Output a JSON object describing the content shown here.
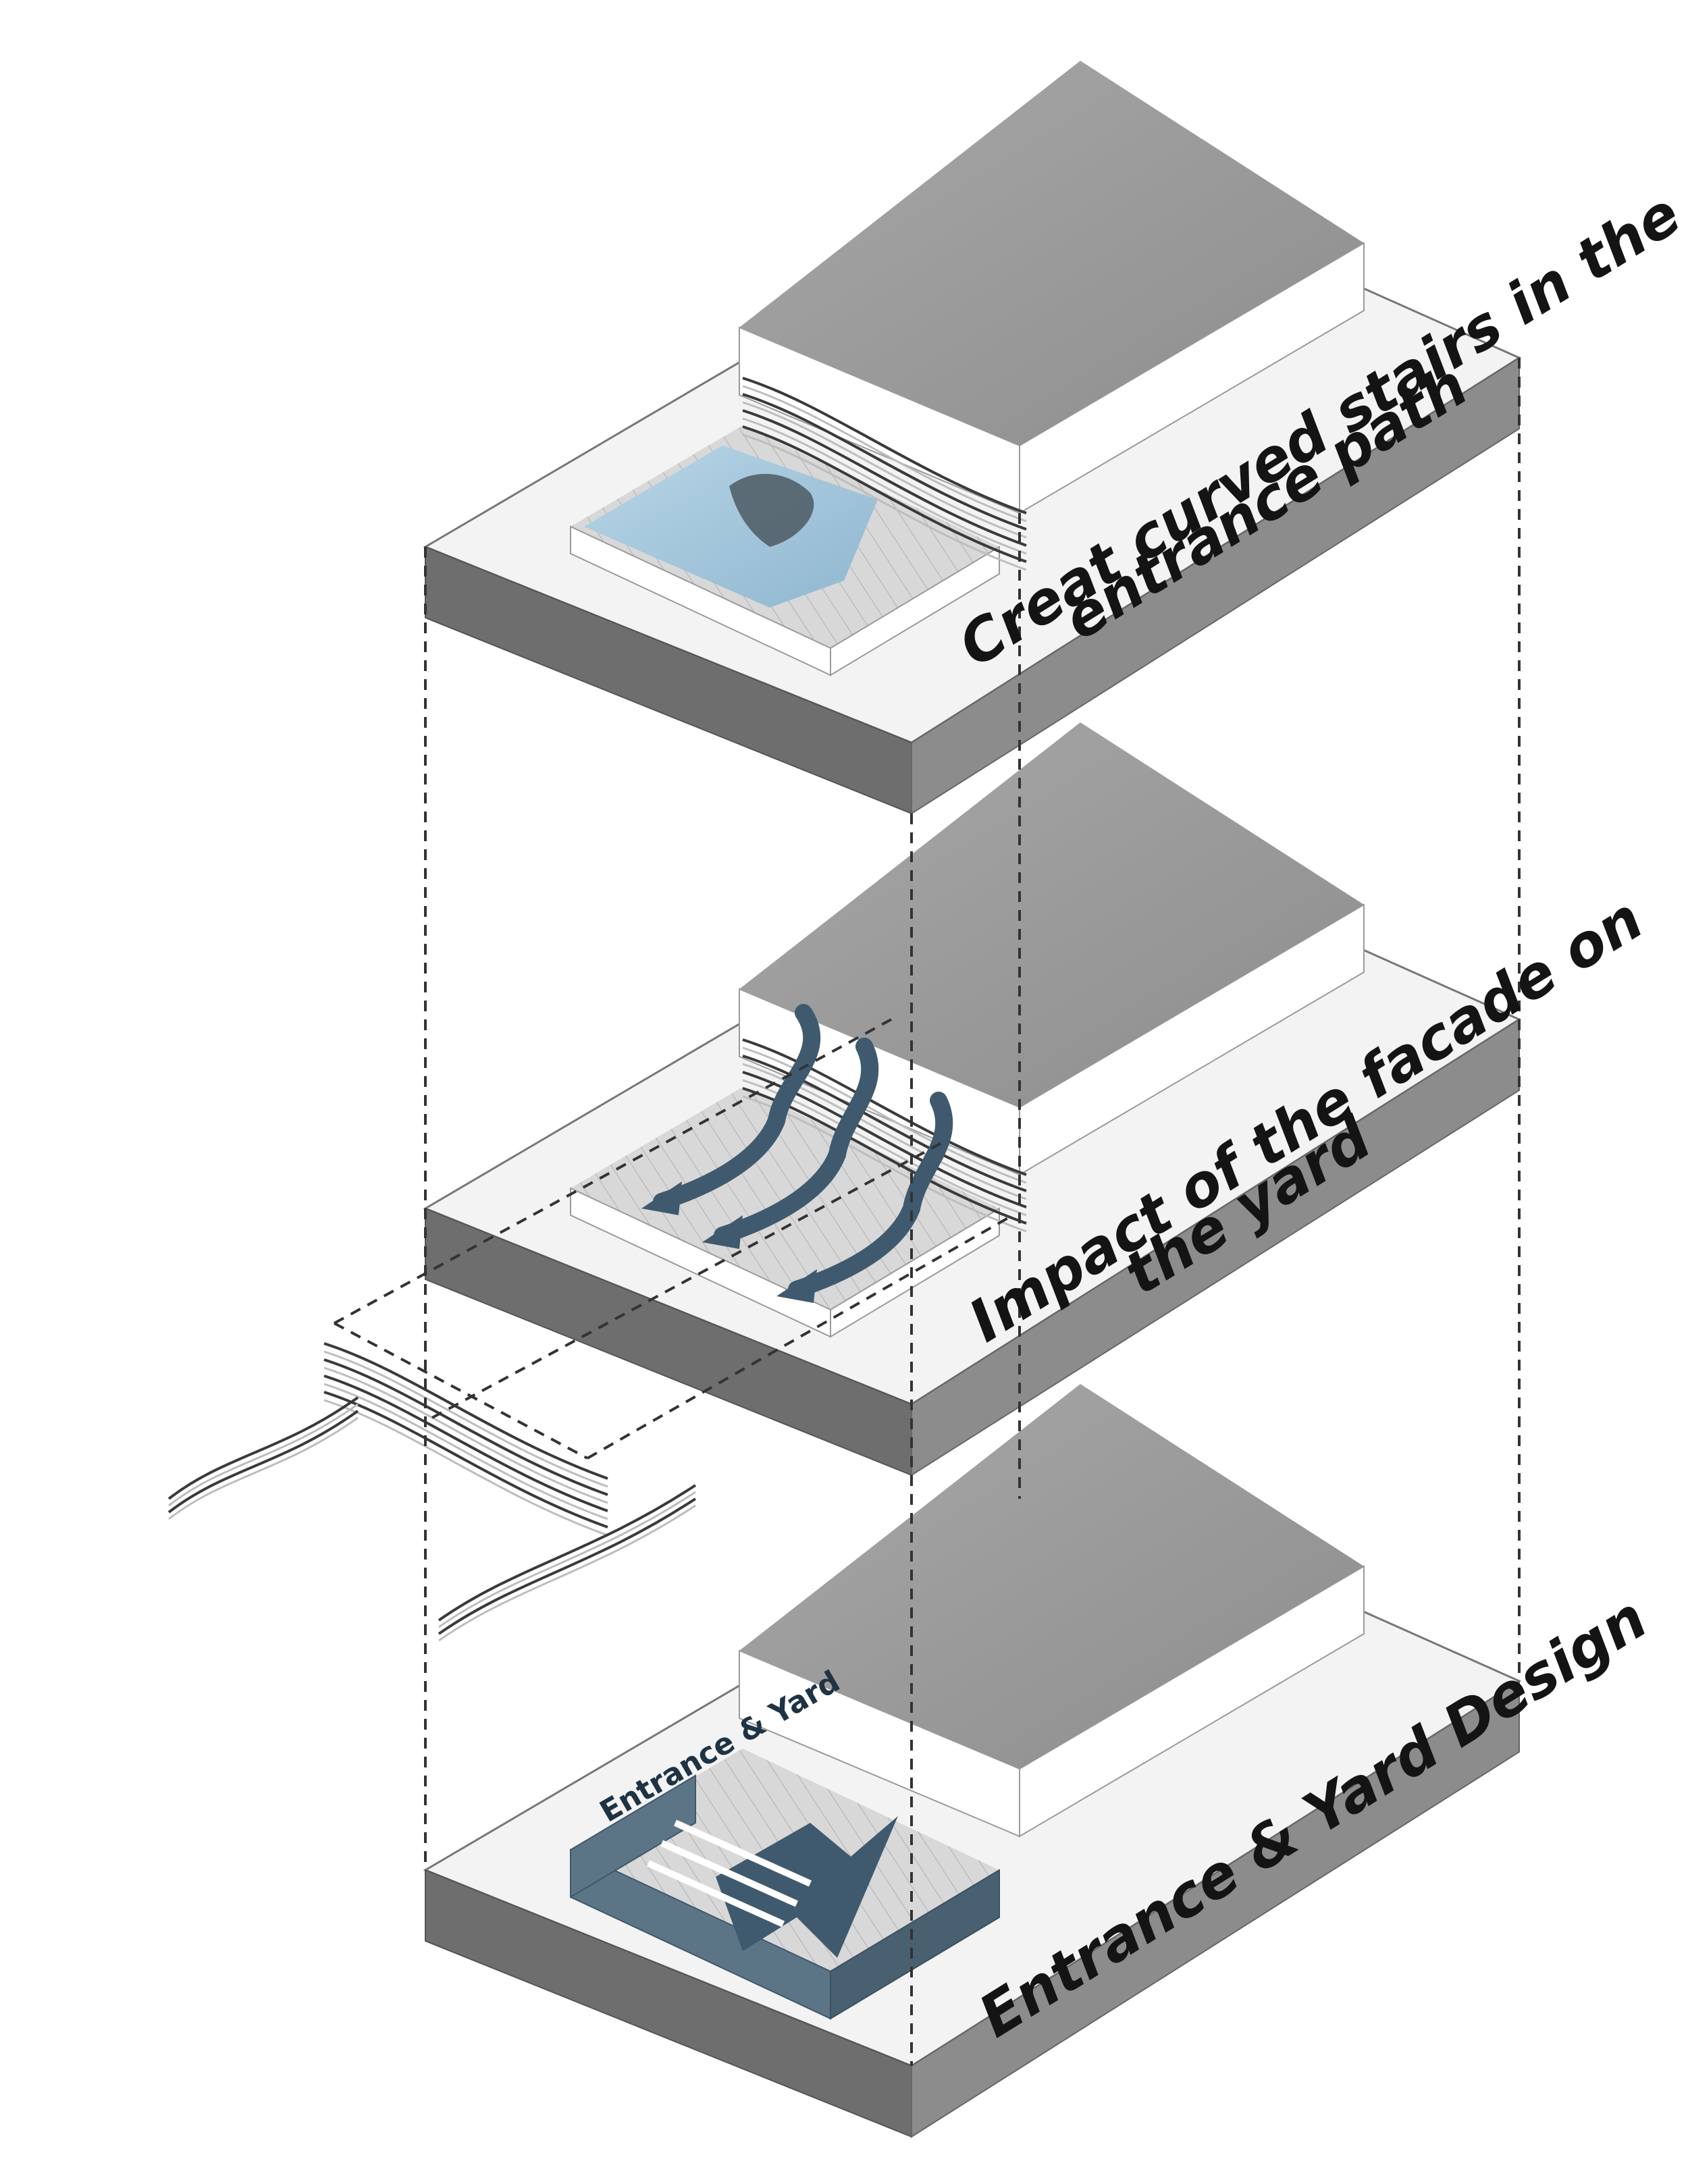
{
  "captions": {
    "top_line1": "Creat curved stairs in the",
    "top_line2": "entrance path",
    "middle_line1": "Impact of the facade on",
    "middle_line2": "the yard",
    "bottom_line1": "Entrance & Yard Design"
  },
  "yard_tag": "Entrance & Yard",
  "colors": {
    "slab_top": "#f3f3f3",
    "slab_side": "#8c8c8c",
    "slab_side_dark": "#6e6e6e",
    "roof": "#9b9b9b",
    "wall": "#ffffff",
    "water": "#a9cbe0",
    "water_dark": "#4d5a63",
    "arrow": "#3f5a6e",
    "tag_panel": "#5b7486",
    "line": "#333333"
  },
  "icons": {
    "flow_arrow": "down-left-arrow",
    "entry_arrow": "up-right-arrow"
  }
}
